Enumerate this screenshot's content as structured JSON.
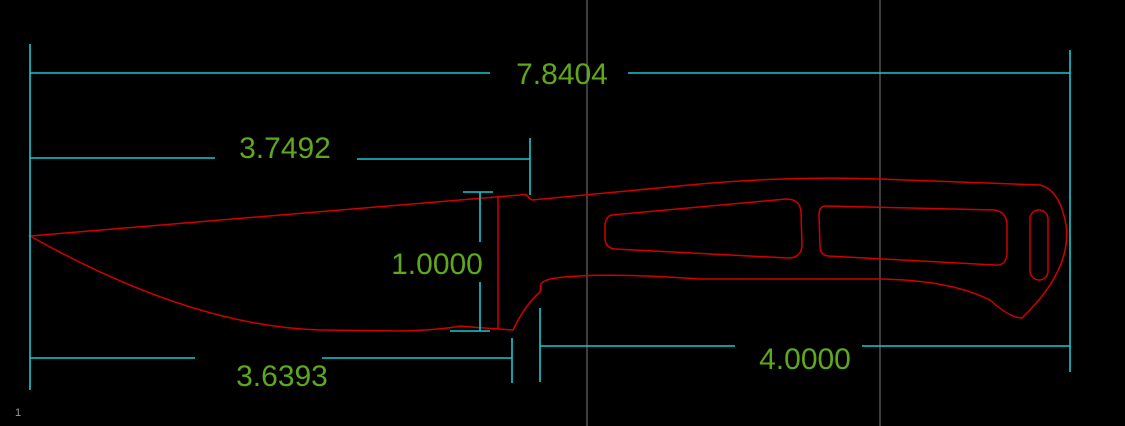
{
  "drawing": {
    "viewport_label": "1",
    "dimensions": {
      "overall_length": "7.8404",
      "blade_spine_length": "3.7492",
      "blade_height": "1.0000",
      "blade_edge_length": "3.6393",
      "handle_length": "4.0000"
    },
    "colors": {
      "dimension_lines": "#19c8d2",
      "dimension_text": "#5fa81c",
      "geometry": "#d00000",
      "background": "#000000"
    }
  }
}
